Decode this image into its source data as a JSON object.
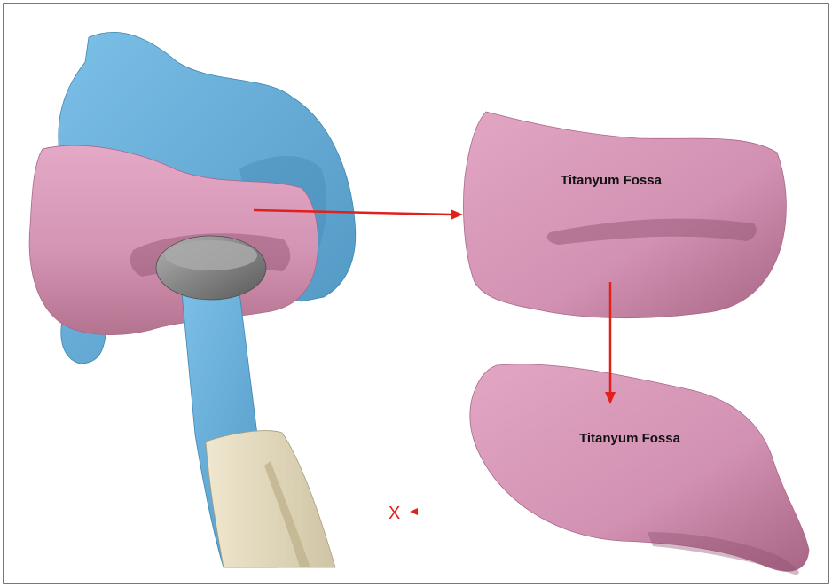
{
  "labels": {
    "fossa_top": "Titanyum Fossa",
    "fossa_bottom": "Titanyum Fossa",
    "axis_marker": "X"
  },
  "colors": {
    "bone_blue": "#6cb4e0",
    "fossa_pink": "#d89ab8",
    "ball_gray": "#8a8a8a",
    "stem_beige": "#e5dcc0",
    "arrow_red": "#e0201a",
    "frame": "#4a4a4a"
  },
  "icons": {
    "axis_arrow": "red-left-triangle"
  }
}
